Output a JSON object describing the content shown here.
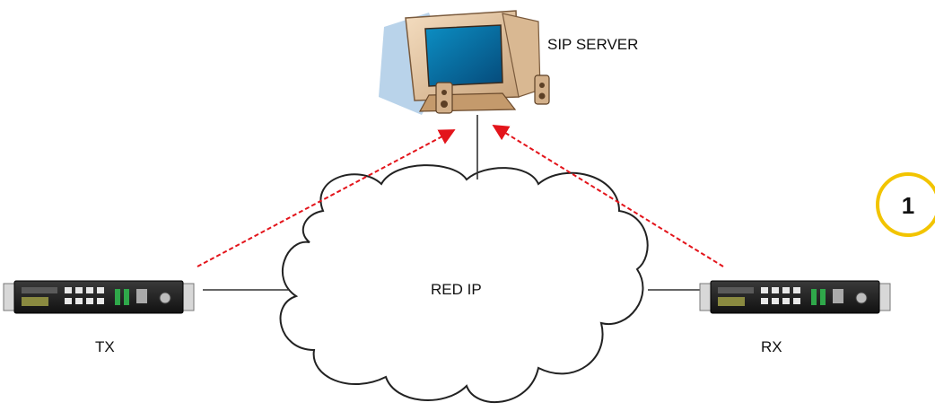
{
  "labels": {
    "server": "SIP SERVER",
    "network": "RED IP",
    "transmitter": "TX",
    "receiver": "RX"
  },
  "step_badge": {
    "number": "1"
  },
  "colors": {
    "registration_arrow": "#e3141b",
    "link_line": "#333333",
    "badge_ring": "#f2c400",
    "cloud_outline": "#222222"
  },
  "icons": {
    "server": "desktop-computer-icon",
    "transmitter": "rack-codec-device-icon",
    "receiver": "rack-codec-device-icon",
    "network": "cloud-icon"
  }
}
